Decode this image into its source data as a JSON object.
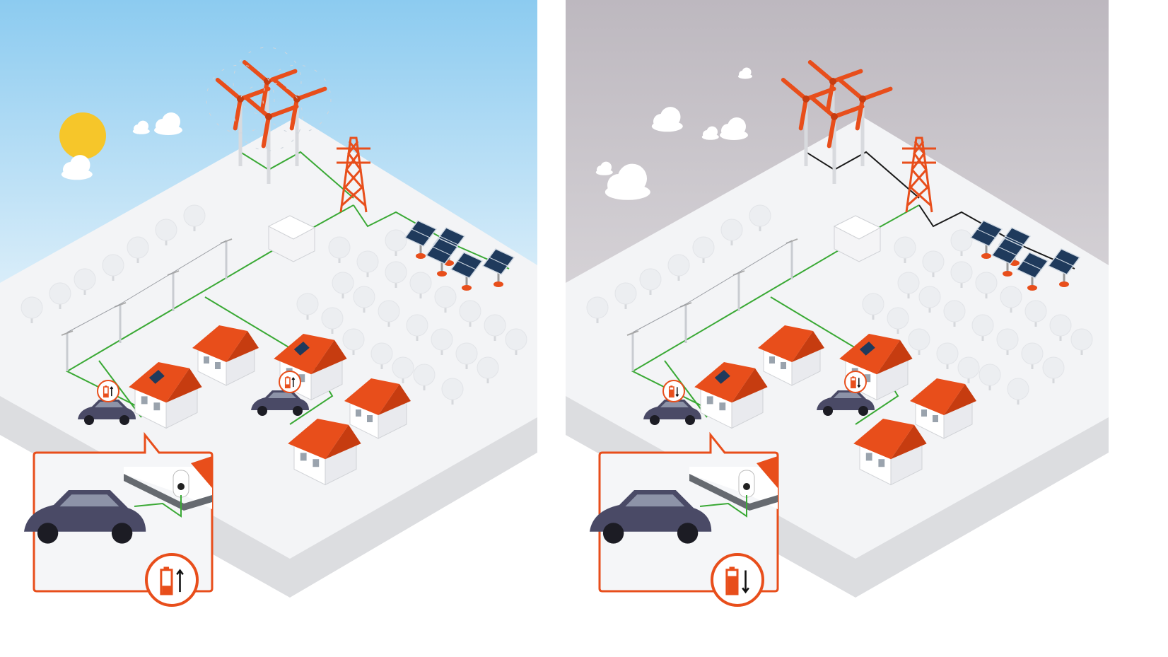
{
  "colors": {
    "accent": "#e84e1b",
    "ground": "#f3f4f6",
    "ground_side": "#dcdde0",
    "tree": "#eceef1",
    "house_wall": "#ffffff",
    "car": "#4a4a66",
    "solar": "#1f3a5c",
    "sun": "#f6c62a"
  },
  "panels": [
    {
      "id": "day",
      "sky_top": "#8ccbf0",
      "sky_bottom": "#e6f3fb",
      "grid_line_color": "#3aa935",
      "source_line_color": "#3aa935",
      "sun_visible": true,
      "turbines_spinning": true,
      "battery_direction": "up",
      "battery_icon": "battery-charging-up-icon"
    },
    {
      "id": "night",
      "sky_top": "#bdb8bf",
      "sky_bottom": "#d9d6da",
      "grid_line_color": "#3aa935",
      "source_line_color": "#1a1a1a",
      "sun_visible": false,
      "turbines_spinning": false,
      "battery_direction": "down",
      "battery_icon": "battery-discharging-down-icon"
    }
  ]
}
